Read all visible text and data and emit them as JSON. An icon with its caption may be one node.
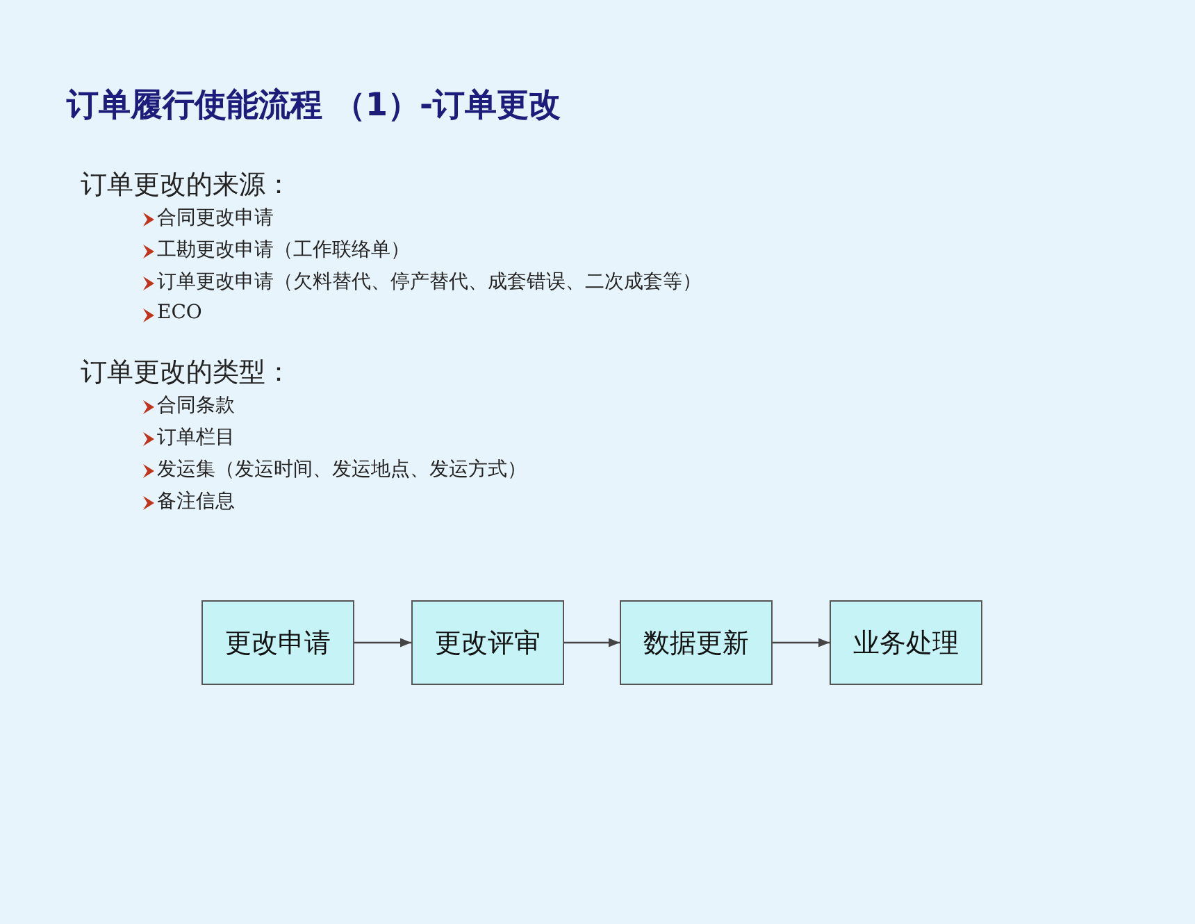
{
  "diagram": {
    "title": "订单履行使能流程 （1）-订单更改",
    "nodes": [
      {
        "text": [
          "更改申请"
        ]
      },
      {
        "text": [
          "更改评审"
        ]
      },
      {
        "text": [
          "数据更新"
        ]
      },
      {
        "text": [
          "业务处理"
        ]
      }
    ],
    "edges": [
      {
        "from": 0,
        "to": 1,
        "arrow": "to"
      },
      {
        "from": 1,
        "to": 2,
        "arrow": "to"
      },
      {
        "from": 2,
        "to": 3,
        "arrow": "to"
      }
    ],
    "labels": [
      "订单更改的来源：",
      "合同更改申请",
      "工勘更改申请（工作联络单）",
      "订单更改申请（欠料替代、停产替代、成套错误、二次成套等）",
      "ECO",
      "订单更改的类型：",
      "合同条款",
      "订单栏目",
      "发运集（发运时间、发运地点、发运方式）",
      "备注信息"
    ]
  }
}
